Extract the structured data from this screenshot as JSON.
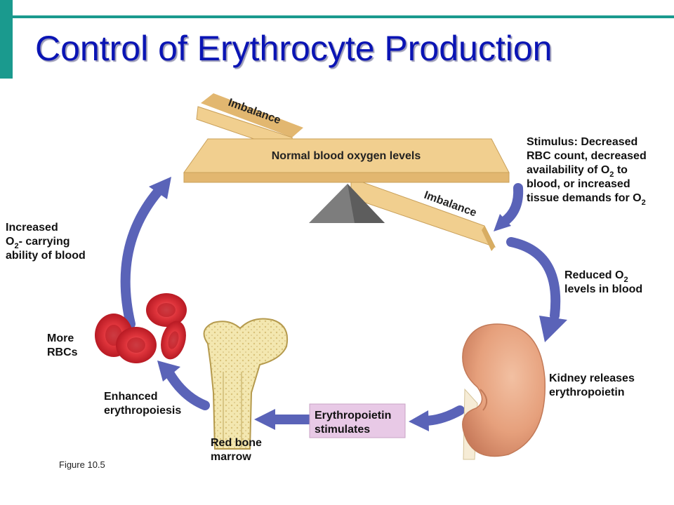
{
  "title": "Control of Erythrocyte Production",
  "balance": {
    "imbalance_top": "Imbalance",
    "center": "Normal blood oxygen levels",
    "imbalance_bottom": "Imbalance"
  },
  "stimulus": {
    "line1": "Stimulus: Decreased",
    "line2": "RBC count, decreased",
    "line3_a": "availability of O",
    "line3_sub": "2",
    "line3_b": " to",
    "line4": "blood, or  increased",
    "line5_a": "tissue demands for O",
    "line5_sub": "2"
  },
  "reduced": {
    "line1_a": "Reduced O",
    "line1_sub": "2",
    "line2": "levels in blood"
  },
  "kidney": {
    "line1": "Kidney releases",
    "line2": "erythropoietin"
  },
  "epo": {
    "line1": "Erythropoietin",
    "line2": "stimulates"
  },
  "marrow": {
    "line1": "Red bone",
    "line2": "marrow"
  },
  "enhanced": {
    "line1": "Enhanced",
    "line2": "erythropoiesis"
  },
  "more_rbcs": {
    "line1": "More",
    "line2": "RBCs"
  },
  "increased": {
    "line1": "Increased",
    "line2_a": "O",
    "line2_sub": "2",
    "line2_b": "- carrying",
    "line3": "ability of blood"
  },
  "figure_label": "Figure 10.5",
  "colors": {
    "title": "#0a14b4",
    "accent": "#1a9a8e",
    "arrow": "#5a63b8",
    "plank": "#f1cf8f",
    "rbc": "#e0353c",
    "kidney": "#e6a07c",
    "epo_box": "#e8c9e6"
  }
}
